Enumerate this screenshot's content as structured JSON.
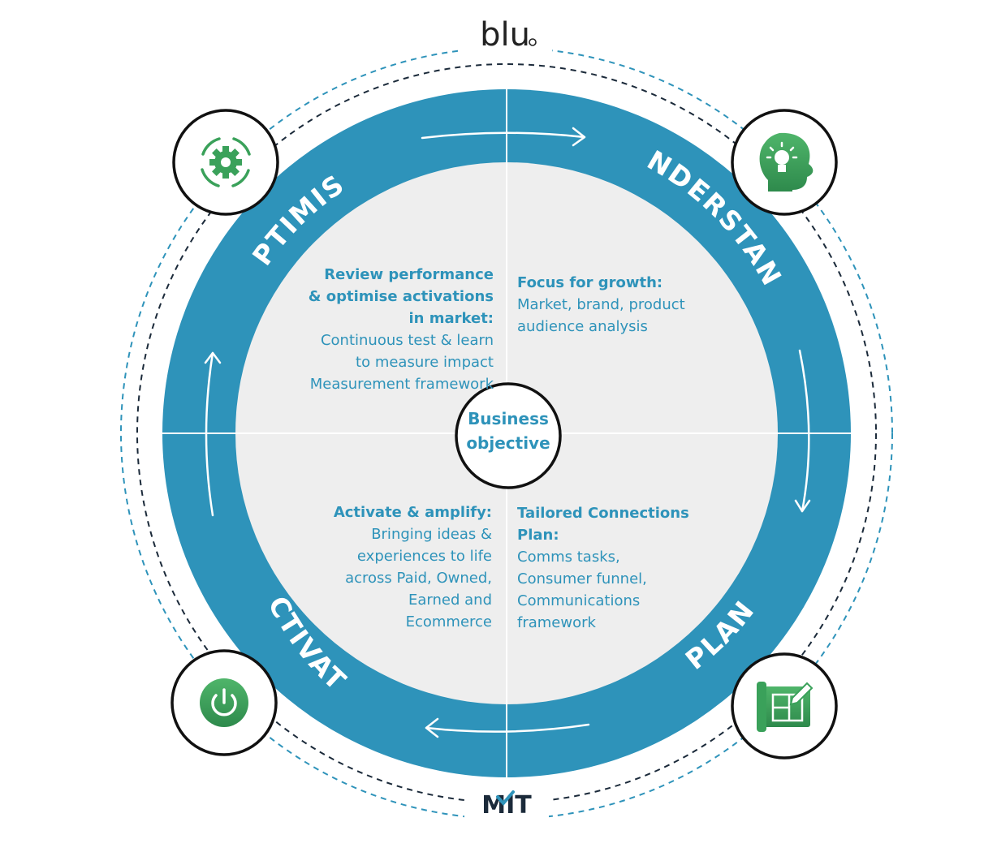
{
  "brand_top": "blu",
  "brand_bottom": "MIT",
  "center": {
    "line1": "Business",
    "line2": "objective"
  },
  "stages": {
    "optimise": "OPTIMISE",
    "understand": "UNDERSTAND",
    "plan": "PLAN",
    "activate": "ACTIVATE"
  },
  "quadrants": {
    "optimise": {
      "heading": [
        "Review performance",
        "& optimise activations",
        "in market:"
      ],
      "lines": [
        "Continuous test & learn",
        "to measure impact",
        "Measurement framework"
      ]
    },
    "understand": {
      "heading": [
        "Focus for growth:"
      ],
      "lines": [
        "Market, brand, product",
        "audience analysis"
      ]
    },
    "activate": {
      "heading": [
        "Activate & amplify:"
      ],
      "lines": [
        "Bringing ideas &",
        "experiences to life",
        "across Paid, Owned,",
        "Earned and",
        "Ecommerce"
      ]
    },
    "plan": {
      "heading": [
        "Tailored Connections",
        "Plan:"
      ],
      "lines": [
        "Comms tasks,",
        "Consumer funnel,",
        "Communications",
        "framework"
      ]
    }
  },
  "icons": {
    "optimise": "gear-cycle-icon",
    "understand": "lightbulb-head-icon",
    "plan": "blueprint-pencil-icon",
    "activate": "power-icon"
  },
  "colors": {
    "ring": "#2e93ba",
    "inner": "#eeeeee",
    "text": "#2e93ba",
    "icon_green": "#3aa15a",
    "dashed_outer": "#2e93ba",
    "dashed_inner": "#1b2a3a"
  }
}
